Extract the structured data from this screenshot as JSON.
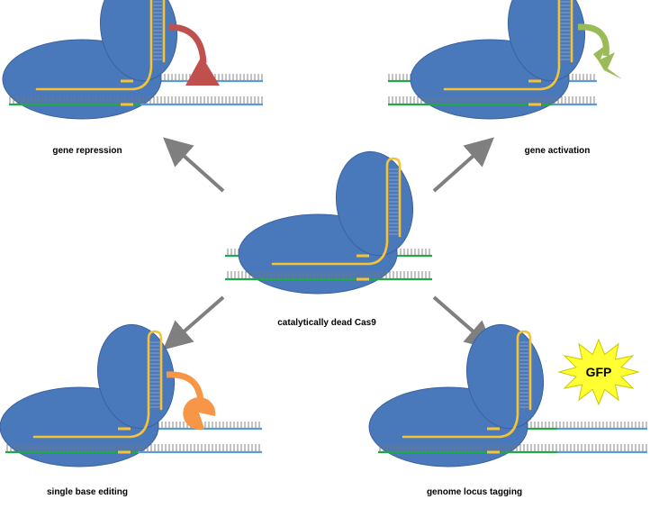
{
  "diagram": {
    "labels": {
      "center": "catalytically dead Cas9",
      "top_left": "gene repression",
      "top_right": "gene activation",
      "bottom_left": "single base editing",
      "bottom_right": "genome locus tagging"
    },
    "gfp_text": "GFP",
    "colors": {
      "cas9": "#4a79bb",
      "cas9_stroke": "#3a62a0",
      "guide_rna": "#f6c333",
      "dna_green": "#22a84a",
      "dna_blue": "#5b9bd5",
      "rungs": "#777777",
      "arrow": "#7f7f7f",
      "repressor": "#c0504d",
      "activator": "#9bbb59",
      "base_editor": "#f79646",
      "gfp_fill": "#ffff33",
      "gfp_stroke": "#c8c800"
    },
    "icons": {
      "repressor": "triangle-icon",
      "activator": "lightning-bolt-icon",
      "base_editor": "pacman-icon",
      "tag": "starburst-icon"
    }
  }
}
